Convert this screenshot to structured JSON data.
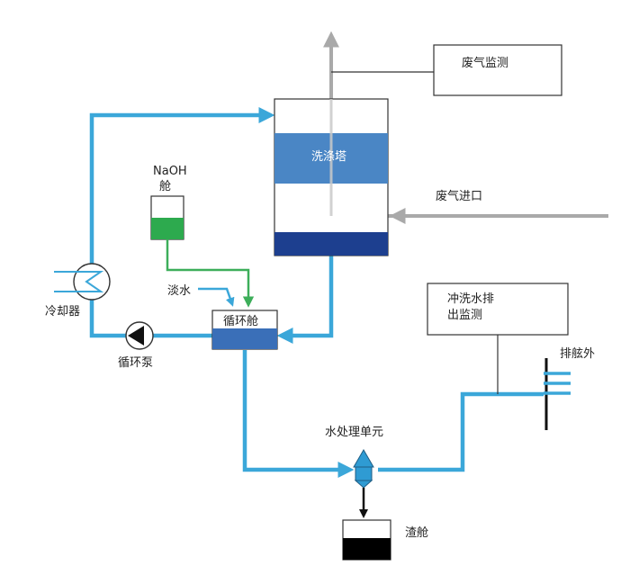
{
  "labels": {
    "exhaust_monitor": "废气监测",
    "scrubber_tower": "洗涤塔",
    "exhaust_inlet": "废气进口",
    "naoh_line1": "NaOH",
    "naoh_line2": "舱",
    "fresh_water": "淡水",
    "cooler": "冷却器",
    "circulation_tank": "循环舱",
    "circulation_pump": "循环泵",
    "wash_water_monitor_line1": "冲洗水排",
    "wash_water_monitor_line2": "出监测",
    "overboard": "排舷外",
    "water_treatment_unit": "水处理单元",
    "sludge_tank": "渣舱"
  },
  "colors": {
    "water_line": "#3ba7d9",
    "gas_line": "#a9a9a9",
    "naoh_line": "#3dae5a",
    "tower_mid": "#4a86c5",
    "tower_bottom": "#1d3f8f",
    "naoh_fill": "#2daa4e",
    "tank_fill": "#3a6fb8",
    "treatment_unit": "#2f9bd3",
    "sludge_fill": "#000000"
  },
  "icons": {
    "pump": "pump-icon",
    "cooler": "heat-exchanger-icon",
    "overboard": "outlet-comb-icon"
  }
}
